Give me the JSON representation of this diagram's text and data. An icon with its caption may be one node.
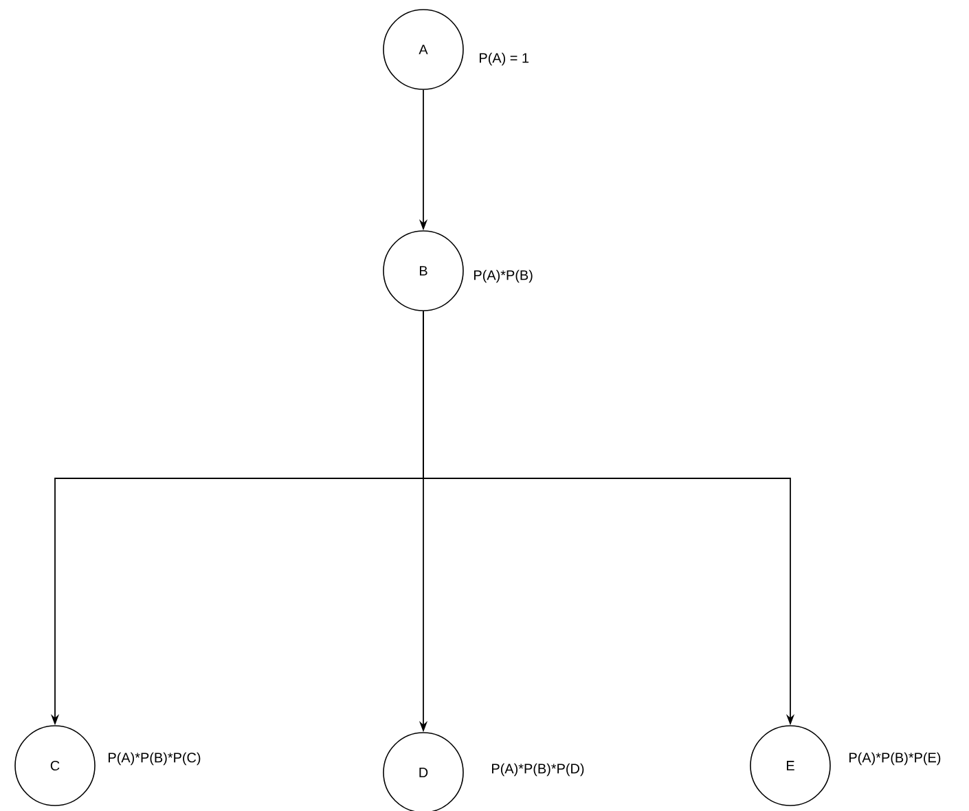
{
  "diagram": {
    "nodes": [
      {
        "text": [
          "A"
        ],
        "beside": [
          "P(A) = 1"
        ]
      },
      {
        "text": [
          "B"
        ],
        "beside": [
          "P(A)*P(B)"
        ]
      },
      {
        "text": [
          "C"
        ],
        "beside": [
          "P(A)*P(B)*P(C)"
        ]
      },
      {
        "text": [
          "D"
        ],
        "beside": [
          "P(A)*P(B)*P(D)"
        ]
      },
      {
        "text": [
          "E"
        ],
        "beside": [
          "P(A)*P(B)*P(E)"
        ]
      }
    ],
    "edges": [
      {
        "from": 0,
        "to": 1,
        "arrow": "to"
      },
      {
        "from": 1,
        "to": 2,
        "arrow": "to"
      },
      {
        "from": 1,
        "to": 3,
        "arrow": "to"
      },
      {
        "from": 1,
        "to": 4,
        "arrow": "to"
      }
    ]
  }
}
